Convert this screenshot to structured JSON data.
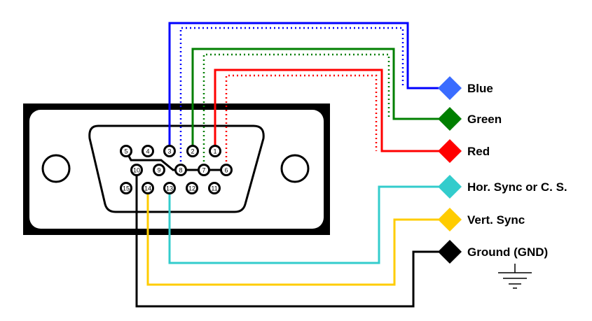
{
  "signals": [
    {
      "label": "Blue",
      "color": "#3a6cff",
      "wire": "#0000ff"
    },
    {
      "label": "Green",
      "color": "#007f00",
      "wire": "#007f00"
    },
    {
      "label": "Red",
      "color": "#ff0000",
      "wire": "#ff0000"
    },
    {
      "label": "Hor. Sync or C. S.",
      "color": "#33cccc",
      "wire": "#33cccc"
    },
    {
      "label": "Vert. Sync",
      "color": "#ffcc00",
      "wire": "#ffcc00"
    },
    {
      "label": "Ground (GND)",
      "color": "#000000",
      "wire": "#000000"
    }
  ],
  "pins": [
    "1",
    "2",
    "3",
    "4",
    "5",
    "6",
    "7",
    "8",
    "9",
    "10",
    "11",
    "12",
    "13",
    "14",
    "15"
  ]
}
